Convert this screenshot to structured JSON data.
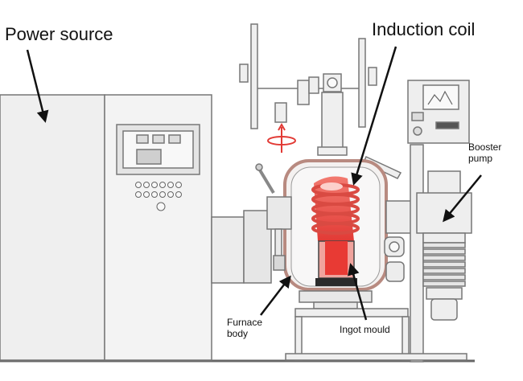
{
  "labels": {
    "power_source": "Power source",
    "induction_coil": "Induction coil",
    "booster_pump": "Booster\npump",
    "furnace_body": "Furnace\nbody",
    "ingot_mould": "Ingot mould"
  },
  "colors": {
    "outline": "#6b6b6b",
    "panel": "#eeeeee",
    "panel_dark": "#d9d9d9",
    "shell": "#b88a80",
    "molten": "#e8413c",
    "molten_light": "#f7a7a0",
    "mould_dark": "#2b2b2b",
    "arrow": "#111111"
  }
}
